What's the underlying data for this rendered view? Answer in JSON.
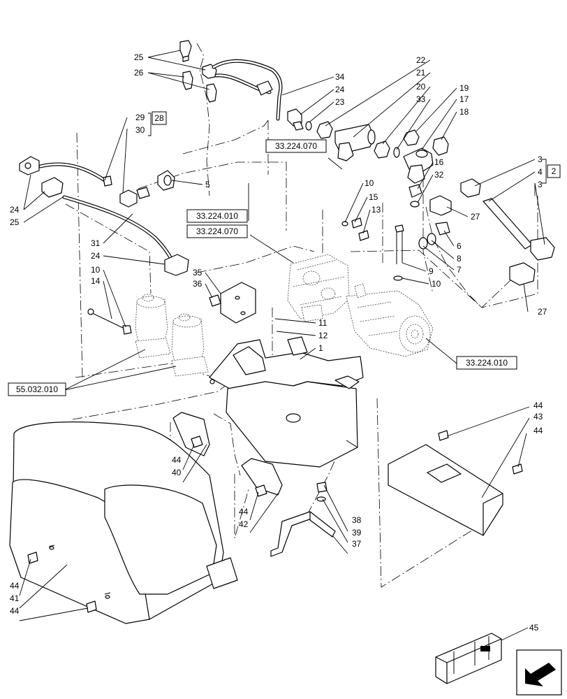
{
  "references": {
    "ref_33_224_070_top": "33.224.070",
    "ref_33_224_010_mid": "33.224.010",
    "ref_33_224_070_mid": "33.224.070",
    "ref_33_224_010_right": "33.224.010",
    "ref_55_032_010": "55.032.010",
    "box_28": "28",
    "box_2": "2"
  },
  "callouts": {
    "n25a": "25",
    "n26a": "26",
    "n34": "34",
    "n24a": "24",
    "n23": "23",
    "n22": "22",
    "n21": "21",
    "n20": "20",
    "n33": "33",
    "n19": "19",
    "n17": "17",
    "n18": "18",
    "n29": "29",
    "n30": "30",
    "n5": "5",
    "n24b": "24",
    "n25b": "25",
    "n16": "16",
    "n32": "32",
    "n3a": "3",
    "n4": "4",
    "n3b": "3",
    "n10a": "10",
    "n15": "15",
    "n13": "13",
    "n27a": "27",
    "n6": "6",
    "n8": "8",
    "n7": "7",
    "n9": "9",
    "n10b": "10",
    "n31": "31",
    "n24c": "24",
    "n10c": "10",
    "n14": "14",
    "n35": "35",
    "n36": "36",
    "n11": "11",
    "n12": "12",
    "n1": "1",
    "n27b": "27",
    "n44a": "44",
    "n43": "43",
    "n44b": "44",
    "n44c": "44",
    "n40": "40",
    "n44d": "44",
    "n42": "42",
    "n38": "38",
    "n39": "39",
    "n37": "37",
    "n44e": "44",
    "n41": "41",
    "n44f": "44",
    "n45": "45"
  }
}
